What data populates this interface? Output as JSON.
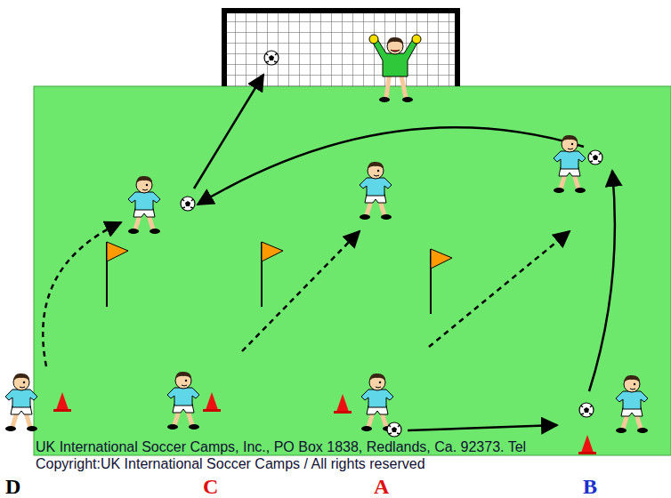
{
  "diagram": {
    "labels": [
      "UK International Soccer Camps, Inc., PO Box 1838, Redlands, Ca. 92373. Tel",
      "Copyright:UK International Soccer Camps / All rights reserved",
      "D",
      "C",
      "A",
      "B"
    ]
  }
}
